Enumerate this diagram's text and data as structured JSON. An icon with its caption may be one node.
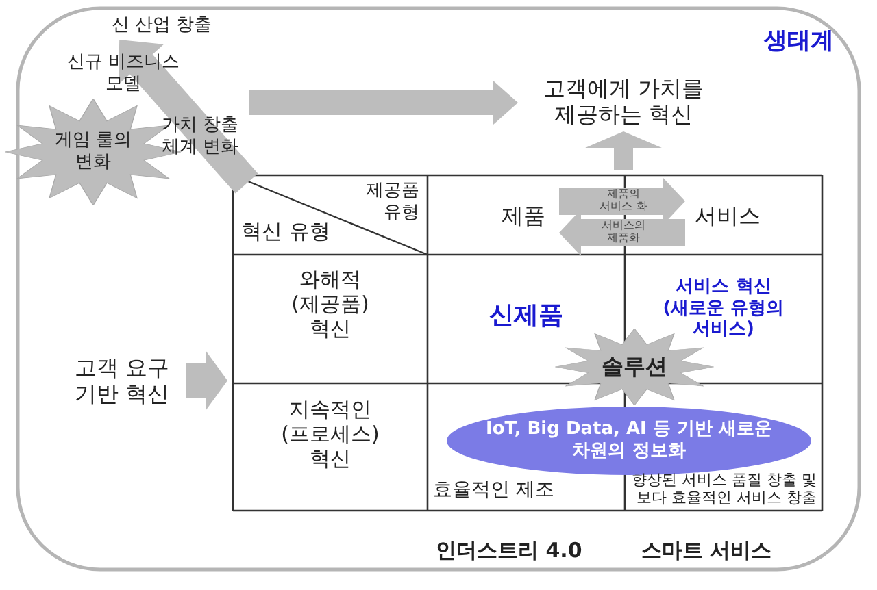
{
  "diagram": {
    "nodes": [
      {
        "text": [
          "신 산업 창출"
        ]
      },
      {
        "text": [
          "게임 룰의 변화"
        ]
      },
      {
        "text": [
          "고객에게 가치를 제공하는 혁신"
        ]
      },
      {
        "text": [
          "제품"
        ]
      },
      {
        "text": [
          "서비스"
        ]
      },
      {
        "text": [
          "고객 요구 기반 혁신"
        ]
      },
      {
        "text": [
          "솔루션"
        ]
      },
      {
        "text": [
          "IoT, Big Data, AI 등 기반 새로운 차원의 정보화"
        ]
      }
    ],
    "edges": [
      {
        "from": null,
        "to": 0,
        "arrow": "to"
      },
      {
        "from": null,
        "to": 2,
        "arrow": "to"
      },
      {
        "from": null,
        "to": 2,
        "arrow": "to"
      },
      {
        "from": 3,
        "to": 4,
        "arrow": "to",
        "label": "제품의 서비스 화"
      },
      {
        "from": 4,
        "to": 3,
        "arrow": "to",
        "label": "서비스의 제품화"
      },
      {
        "from": 5,
        "to": null,
        "arrow": "to"
      }
    ],
    "labels": [
      "생태계",
      "신규 비즈니스 모델",
      "가치 창출 체계 변화",
      "제공품 유형",
      "혁신 유형",
      "와해적 (제공품) 혁신",
      "신제품",
      "서비스 혁신 (새로운 유형의 서비스)",
      "지속적인 (프로세스) 혁신",
      "효율적인 제조",
      "향상된 서비스 품질 창출 및 보다 효율적인 서비스 창출",
      "인더스트리 4.0",
      "스마트 서비스"
    ]
  }
}
